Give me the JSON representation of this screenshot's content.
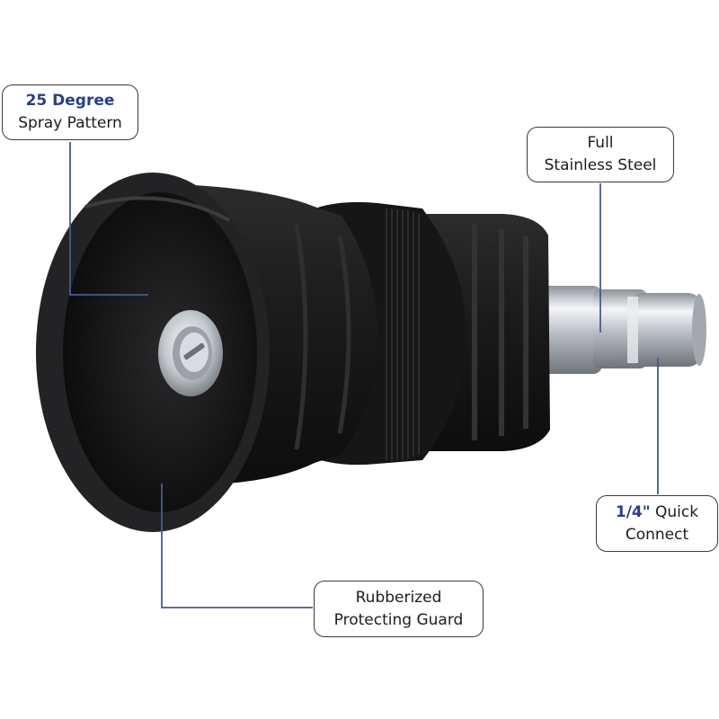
{
  "callouts": {
    "spray": {
      "accent": "25 Degree",
      "text": "Spray Pattern"
    },
    "steel": {
      "line1": "Full",
      "line2": "Stainless Steel"
    },
    "connect": {
      "accent": "1/4\"",
      "rest": "Quick",
      "line2": "Connect"
    },
    "guard": {
      "line1": "Rubberized",
      "line2": "Protecting Guard"
    }
  },
  "colors": {
    "accent_text": "#2a3f86",
    "leader_line": "#4a5a8f",
    "nozzle_body": "#1b1b1c",
    "metal": "#c9ced3"
  }
}
